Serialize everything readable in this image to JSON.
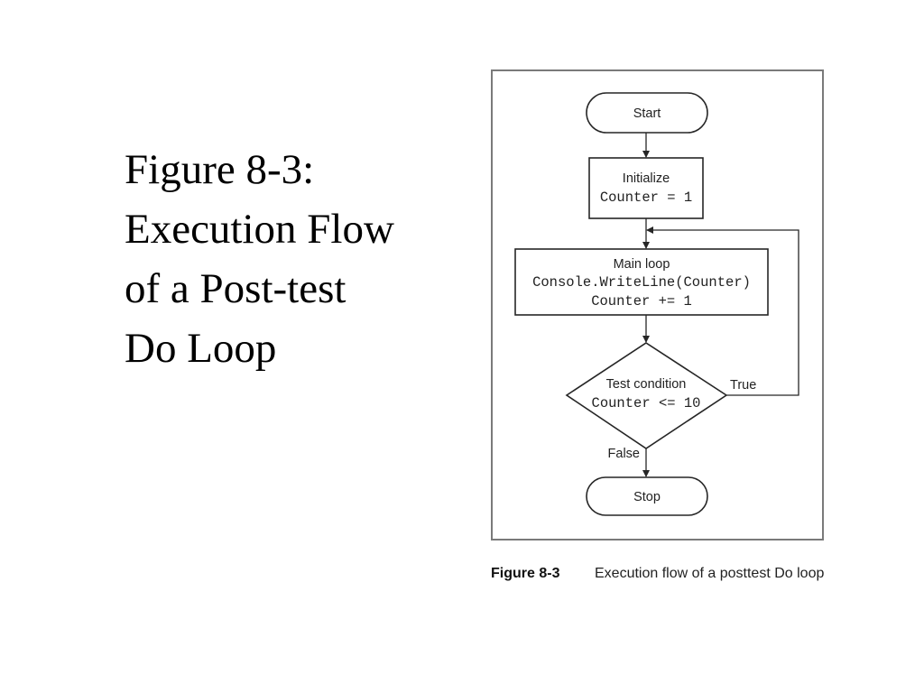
{
  "slide": {
    "title_lines": [
      "Figure 8-3:",
      "Execution Flow",
      "of a Post-test",
      "Do Loop"
    ]
  },
  "flowchart": {
    "start_label": "Start",
    "init_label": "Initialize",
    "init_code": "Counter = 1",
    "main_label": "Main loop",
    "main_code_1": "Console.WriteLine(Counter)",
    "main_code_2": "Counter += 1",
    "test_label": "Test condition",
    "test_code": "Counter <= 10",
    "true_label": "True",
    "false_label": "False",
    "stop_label": "Stop"
  },
  "caption": {
    "number": "Figure 8-3",
    "text": "Execution flow of a posttest Do loop"
  }
}
